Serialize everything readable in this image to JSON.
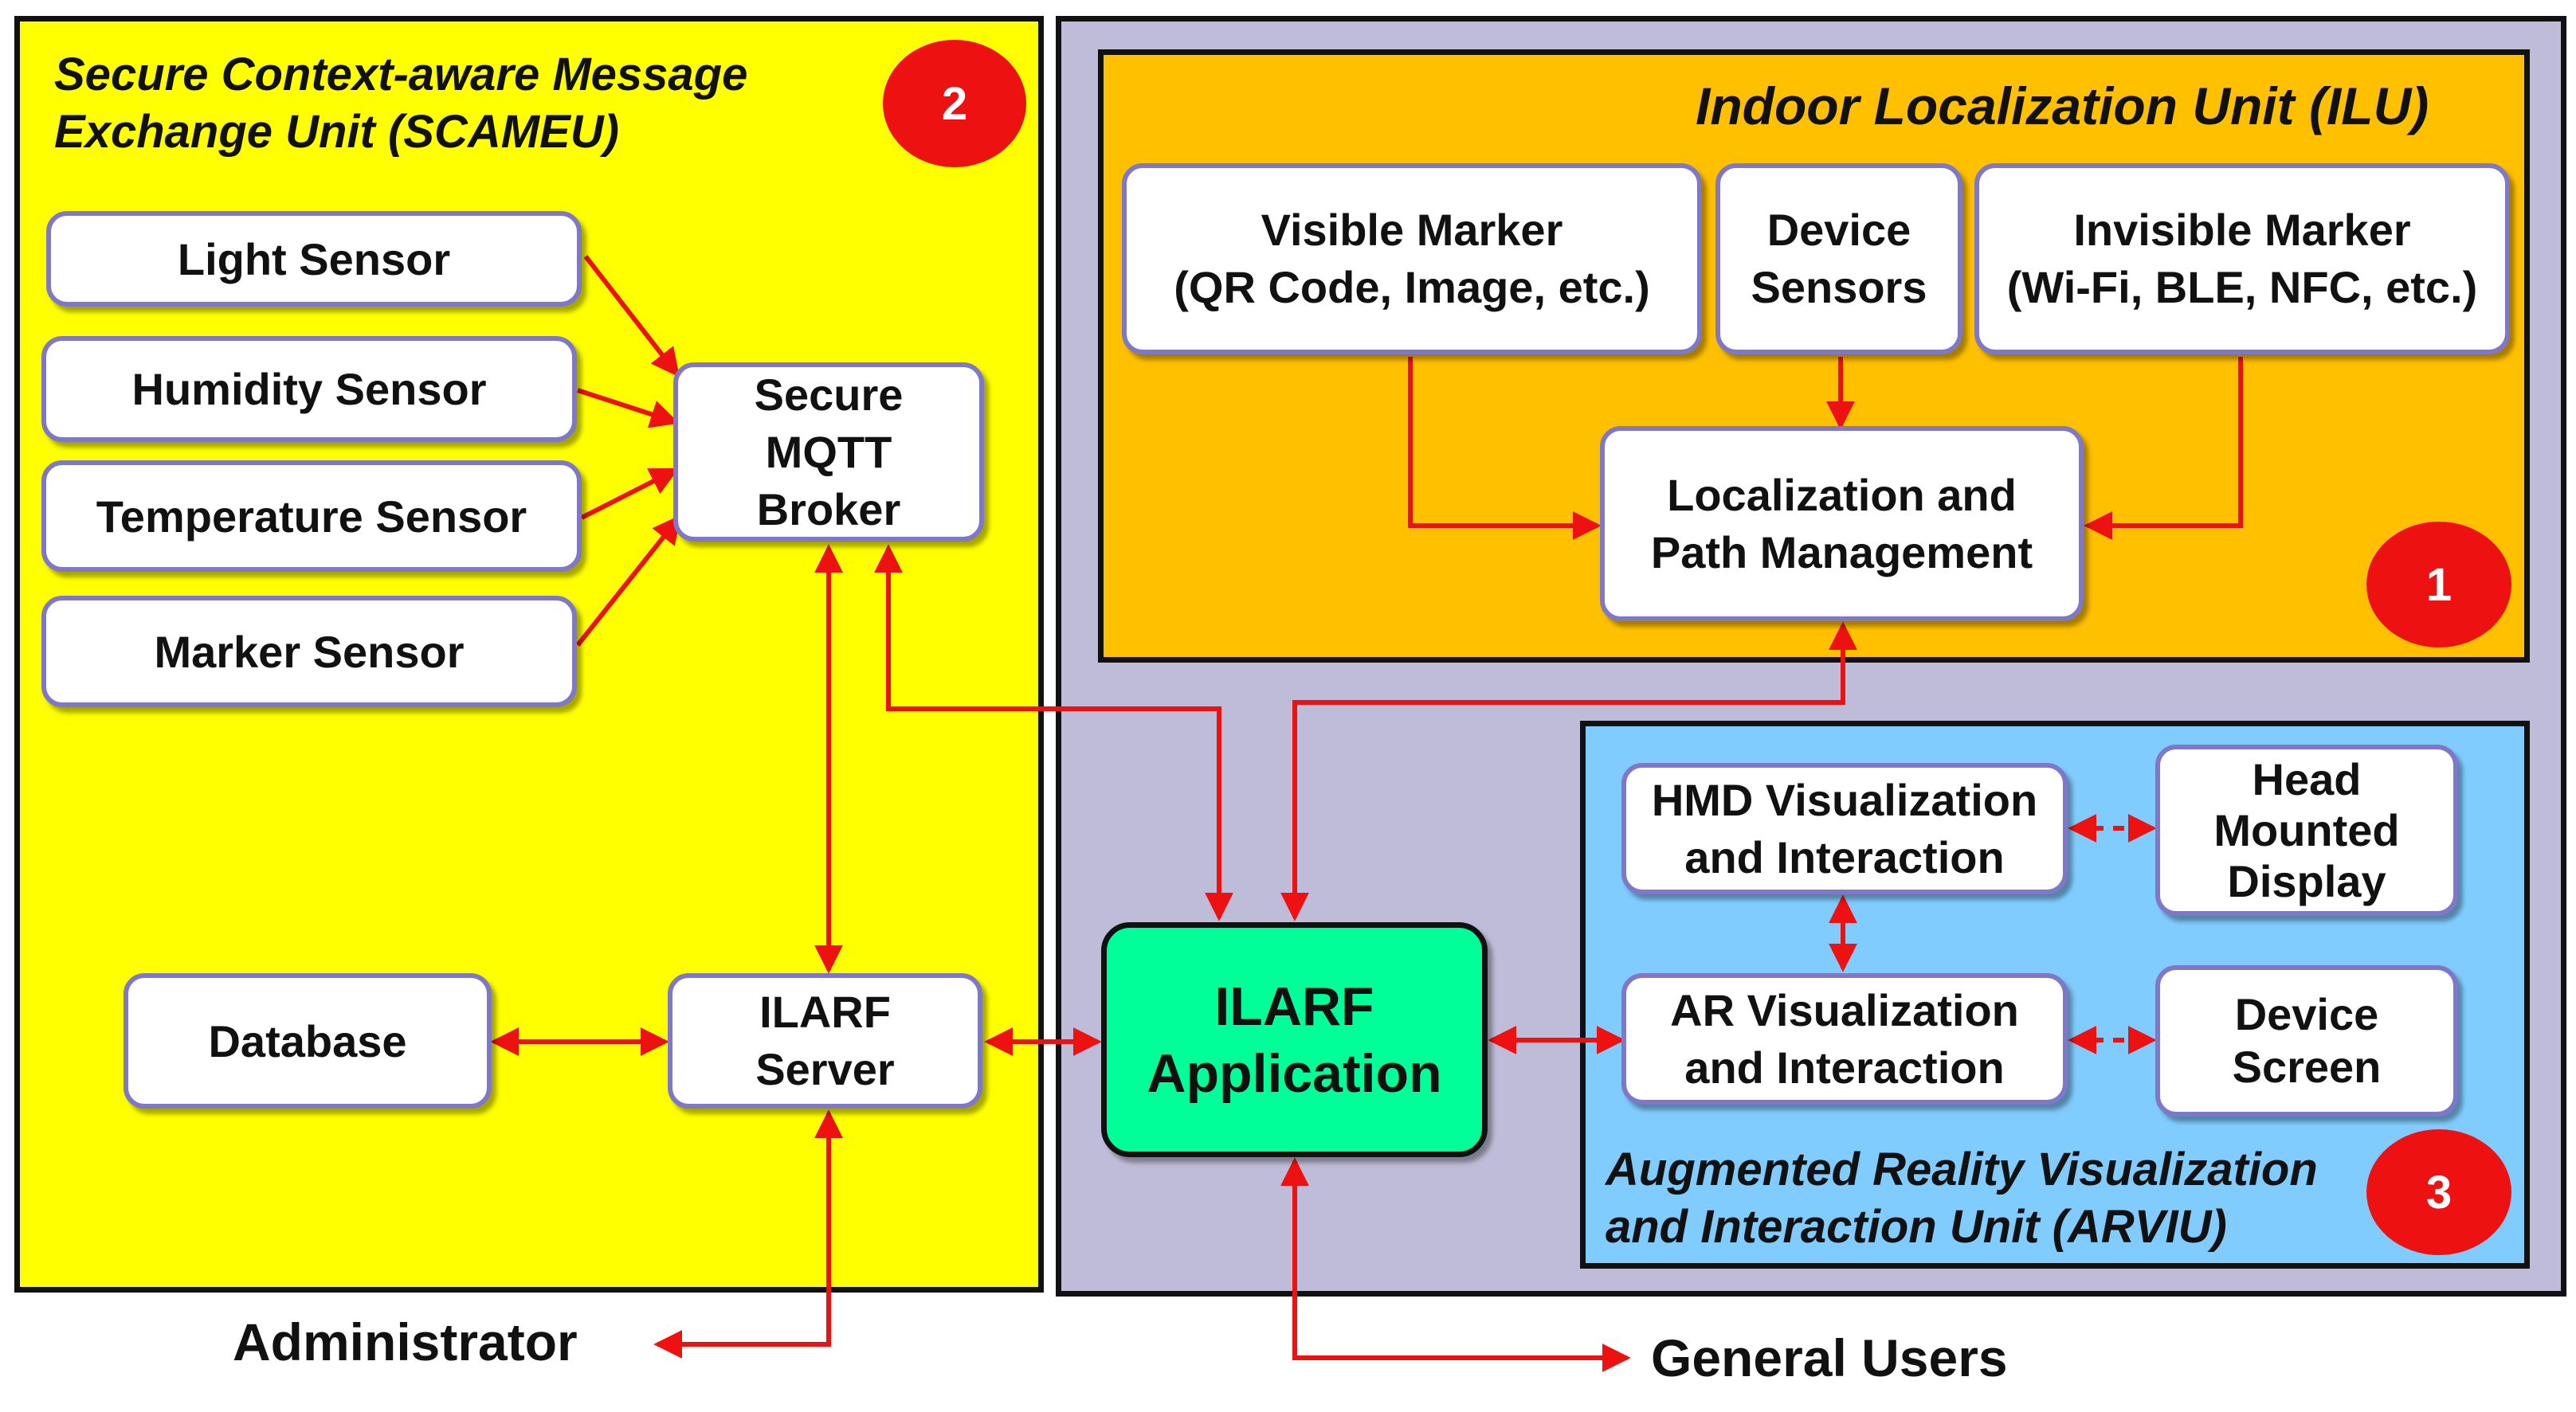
{
  "units": {
    "scameu": {
      "title": "Secure Context-aware Message\nExchange Unit (SCAMEU)",
      "badge": "2",
      "color": "#ffff00"
    },
    "ilu": {
      "title": "Indoor Localization Unit (ILU)",
      "badge": "1",
      "color": "#ffc000"
    },
    "arviu": {
      "title": "Augmented Reality Visualization\nand Interaction Unit (ARVIU)",
      "badge": "3",
      "color": "#80ccff"
    },
    "outer_right_color": "#bebcd8"
  },
  "nodes": {
    "light_sensor": "Light Sensor",
    "humidity_sensor": "Humidity Sensor",
    "temperature_sensor": "Temperature Sensor",
    "marker_sensor": "Marker Sensor",
    "mqtt_broker": "Secure\nMQTT\nBroker",
    "database": "Database",
    "ilarf_server": "ILARF\nServer",
    "ilarf_application": "ILARF\nApplication",
    "visible_marker": "Visible Marker\n(QR Code, Image, etc.)",
    "device_sensors": "Device\nSensors",
    "invisible_marker": "Invisible Marker\n(Wi-Fi, BLE, NFC, etc.)",
    "localization": "Localization and\nPath Management",
    "hmd_vis": "HMD Visualization\nand Interaction",
    "hmd_display": "Head\nMounted\nDisplay",
    "ar_vis": "AR Visualization\nand Interaction",
    "device_screen": "Device\nScreen"
  },
  "actors": {
    "administrator": "Administrator",
    "general_users": "General Users"
  },
  "colors": {
    "arrow": "#ee1111",
    "application_fill": "#00ff99",
    "box_border": "#7f78c8"
  }
}
